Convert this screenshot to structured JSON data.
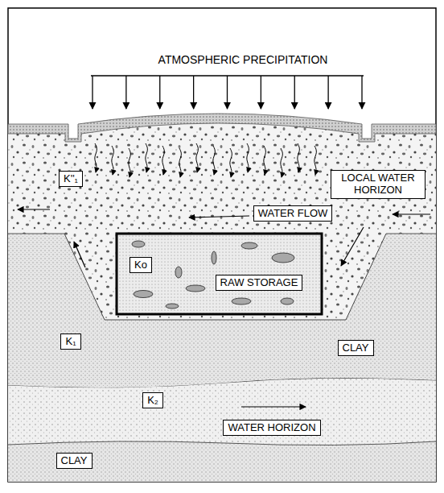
{
  "diagram": {
    "title": "ATMOSPHERIC PRECIPITATION",
    "nodes": [
      {
        "text": [
          "K''₁"
        ]
      },
      {
        "text": [
          "LOCAL WATER HORIZON"
        ]
      },
      {
        "text": [
          "WATER FLOW"
        ]
      },
      {
        "text": [
          "Ko"
        ]
      },
      {
        "text": [
          "RAW STORAGE"
        ]
      },
      {
        "text": [
          "K₁"
        ]
      },
      {
        "text": [
          "CLAY"
        ]
      },
      {
        "text": [
          "K₂"
        ]
      },
      {
        "text": [
          "WATER HORIZON"
        ]
      },
      {
        "text": [
          "CLAY"
        ]
      }
    ]
  }
}
